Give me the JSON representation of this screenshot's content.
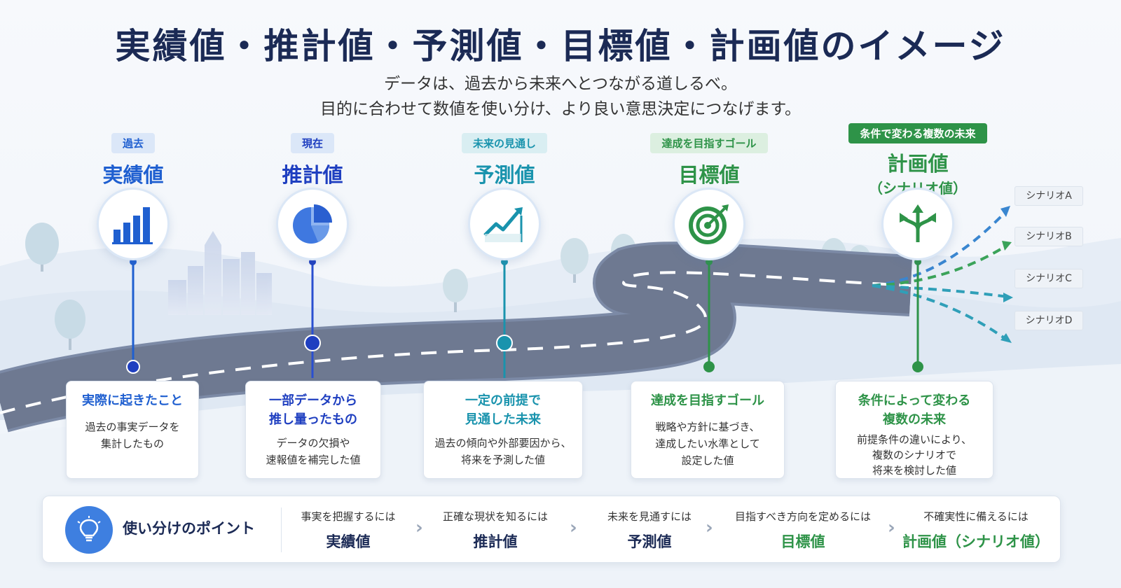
{
  "title": "実績値・推計値・予測値・目標値・計画値のイメージ",
  "subtitle": [
    "データは、過去から未来へとつながる道しるべ。",
    "目的に合わせて数値を使い分け、より良い意思決定につなげます。"
  ],
  "colors": {
    "blue_dark": "#1f5fd0",
    "blue": "#2a6fd6",
    "teal": "#1993ad",
    "green": "#2e9348",
    "navy": "#1b2a55",
    "road": "#6e7991"
  },
  "stages": [
    {
      "tag": "過去",
      "name": "実績値",
      "sub": "",
      "icon": "bar-chart-icon",
      "card_head": "実際に起きたこと",
      "card_body": [
        "過去の事実データを",
        "集計したもの"
      ]
    },
    {
      "tag": "現在",
      "name": "推計値",
      "sub": "",
      "icon": "pie-chart-icon",
      "card_head": "一部データから\n推し量ったもの",
      "card_body": [
        "データの欠損や",
        "速報値を補完した値"
      ]
    },
    {
      "tag": "未来の見通し",
      "name": "予測値",
      "sub": "",
      "icon": "trend-line-icon",
      "card_head": "一定の前提で\n見通した未来",
      "card_body": [
        "過去の傾向や外部要因から、",
        "将来を予測した値"
      ]
    },
    {
      "tag": "達成を目指すゴール",
      "name": "目標値",
      "sub": "",
      "icon": "target-icon",
      "card_head": "達成を目指すゴール",
      "card_body": [
        "戦略や方針に基づき、",
        "達成したい水準として",
        "設定した値"
      ]
    },
    {
      "tag": "条件で変わる複数の未来",
      "name": "計画値",
      "sub": "（シナリオ値）",
      "icon": "branch-arrows-icon",
      "card_head": "条件によって変わる\n複数の未来",
      "card_body": [
        "前提条件の違いにより、",
        "複数のシナリオで",
        "将来を検討した値"
      ]
    }
  ],
  "scenarios": [
    "シナリオA",
    "シナリオB",
    "シナリオC",
    "シナリオD"
  ],
  "points": {
    "title": "使い分けのポイント",
    "icon": "light-bulb-icon",
    "items": [
      {
        "cond": "事実を把握するには",
        "value": "実績値"
      },
      {
        "cond": "正確な現状を知るには",
        "value": "推計値"
      },
      {
        "cond": "未来を見通すには",
        "value": "予測値"
      },
      {
        "cond": "目指すべき方向を定めるには",
        "value": "目標値"
      },
      {
        "cond": "不確実性に備えるには",
        "value": "計画値（シナリオ値）"
      }
    ]
  }
}
